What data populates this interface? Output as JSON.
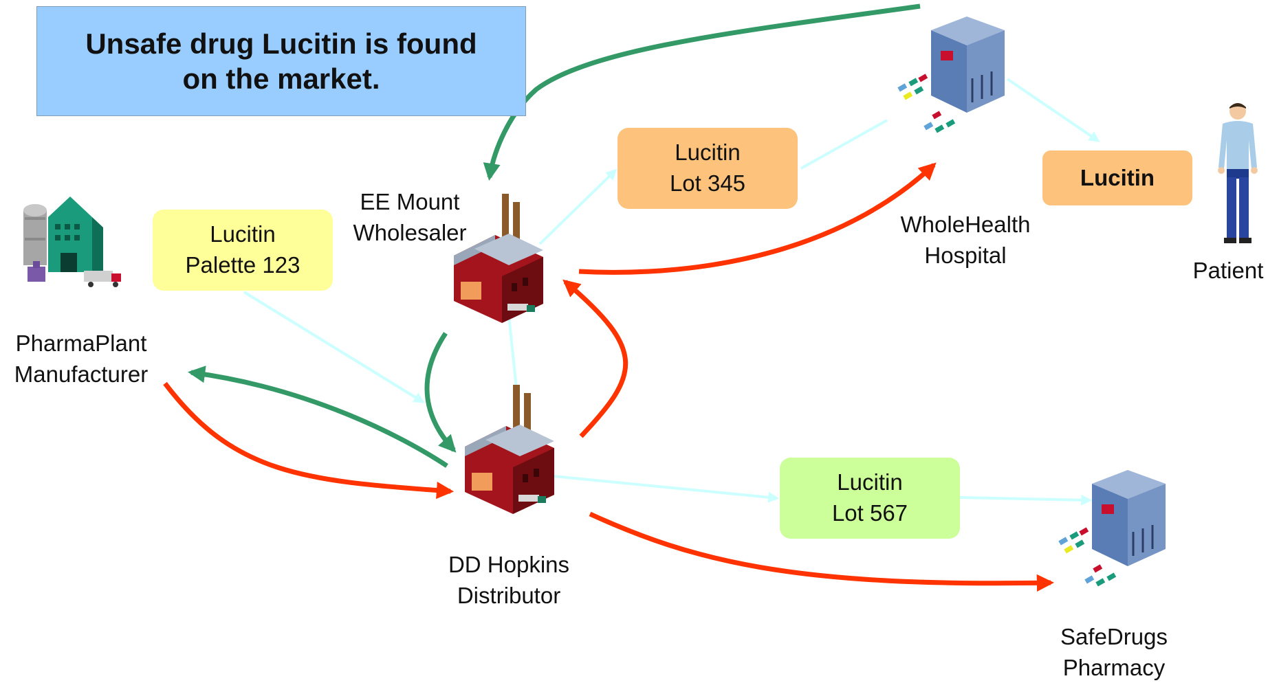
{
  "title": {
    "line1": "Unsafe drug Lucitin is found",
    "line2": "on the market."
  },
  "lots": {
    "palette": {
      "line1": "Lucitin",
      "line2": "Palette 123"
    },
    "lot345": {
      "line1": "Lucitin",
      "line2": "Lot 345"
    },
    "lot567": {
      "line1": "Lucitin",
      "line2": "Lot 567"
    },
    "patient_drug": {
      "line1": "Lucitin"
    }
  },
  "nodes": {
    "manufacturer": {
      "line1": "PharmaPlant",
      "line2": "Manufacturer",
      "icon": "manufacturing-plant-icon"
    },
    "wholesaler": {
      "line1": "EE Mount",
      "line2": "Wholesaler",
      "icon": "factory-icon"
    },
    "distributor": {
      "line1": "DD Hopkins",
      "line2": "Distributor",
      "icon": "factory-icon"
    },
    "hospital": {
      "line1": "WholeHealth",
      "line2": "Hospital",
      "icon": "store-building-icon"
    },
    "pharmacy": {
      "line1": "SafeDrugs",
      "line2": "Pharmacy",
      "icon": "store-building-icon"
    },
    "patient": {
      "line1": "Patient",
      "icon": "person-icon"
    }
  },
  "colors": {
    "title_box": "#99ccff",
    "product_flow": "#ccffff",
    "trace_back": "#339966",
    "trace_forward": "#ff3300",
    "palette_box": "#ffff99",
    "lot345_box": "#fdc37c",
    "lot567_box": "#ccff99"
  }
}
